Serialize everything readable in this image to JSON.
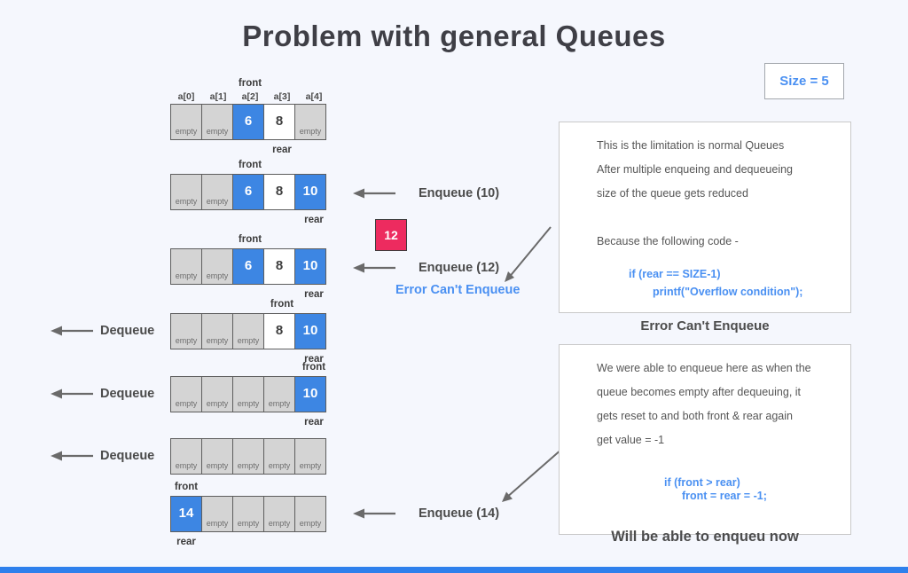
{
  "title": "Problem with general Queues",
  "size_badge": "Size = 5",
  "queue": {
    "index_labels": [
      "a[0]",
      "a[1]",
      "a[2]",
      "a[3]",
      "a[4]"
    ],
    "front_label": "front",
    "rear_label": "rear",
    "empty_label": "empty",
    "rows": [
      {
        "show_index": true,
        "front": 2,
        "rear": 3,
        "cells": [
          {
            "state": "empty"
          },
          {
            "state": "empty"
          },
          {
            "state": "blue",
            "value": "6"
          },
          {
            "state": "white",
            "value": "8"
          },
          {
            "state": "empty"
          }
        ]
      },
      {
        "front": 2,
        "rear": 4,
        "cells": [
          {
            "state": "empty"
          },
          {
            "state": "empty"
          },
          {
            "state": "blue",
            "value": "6"
          },
          {
            "state": "white",
            "value": "8"
          },
          {
            "state": "blue",
            "value": "10"
          }
        ]
      },
      {
        "front": 2,
        "rear": 4,
        "cells": [
          {
            "state": "empty"
          },
          {
            "state": "empty"
          },
          {
            "state": "blue",
            "value": "6"
          },
          {
            "state": "white",
            "value": "8"
          },
          {
            "state": "blue",
            "value": "10"
          }
        ]
      },
      {
        "front": 3,
        "rear": 4,
        "cells": [
          {
            "state": "empty"
          },
          {
            "state": "empty"
          },
          {
            "state": "empty"
          },
          {
            "state": "white",
            "value": "8"
          },
          {
            "state": "blue",
            "value": "10"
          }
        ]
      },
      {
        "front": 4,
        "rear": 4,
        "cells": [
          {
            "state": "empty"
          },
          {
            "state": "empty"
          },
          {
            "state": "empty"
          },
          {
            "state": "empty"
          },
          {
            "state": "blue",
            "value": "10"
          }
        ]
      },
      {
        "cells": [
          {
            "state": "empty"
          },
          {
            "state": "empty"
          },
          {
            "state": "empty"
          },
          {
            "state": "empty"
          },
          {
            "state": "empty"
          }
        ]
      },
      {
        "front": 0,
        "rear": 0,
        "cells": [
          {
            "state": "blue",
            "value": "14"
          },
          {
            "state": "empty"
          },
          {
            "state": "empty"
          },
          {
            "state": "empty"
          },
          {
            "state": "empty"
          }
        ]
      }
    ]
  },
  "operations": {
    "enqueue10_label": "Enqueue (10)",
    "enqueue12_label": "Enqueue (12)",
    "enqueue14_label": "Enqueue (14)",
    "dequeue_label": "Dequeue",
    "error_label": "Error Can't Enqueue",
    "pending_value": "12"
  },
  "info_box_top": {
    "lines": [
      "This is the limitation is normal Queues",
      "After multiple enqueing and dequeueing",
      "size of the queue gets reduced"
    ],
    "lead": "Because the following code -",
    "code": [
      "if (rear == SIZE-1)",
      "printf(\"Overflow condition\");"
    ],
    "footer": "Error Can't Enqueue"
  },
  "info_box_bottom": {
    "lines": [
      "We were able to enqueue here as when the",
      "queue becomes empty after dequeuing, it",
      "gets reset to and both front & rear again",
      "get value = -1"
    ],
    "code": [
      "if (front > rear)",
      "front = rear = -1;"
    ],
    "footer": "Will be able to enqueu now"
  },
  "colors": {
    "background": "#f5f7fd",
    "cell_blue": "#3d86e3",
    "cell_gray": "#d4d4d4",
    "pending_pink": "#ed2b5f",
    "code_blue": "#4a90f2",
    "arrow_gray": "#6a6a6a",
    "bottom_bar_blue": "#2e80ec"
  }
}
